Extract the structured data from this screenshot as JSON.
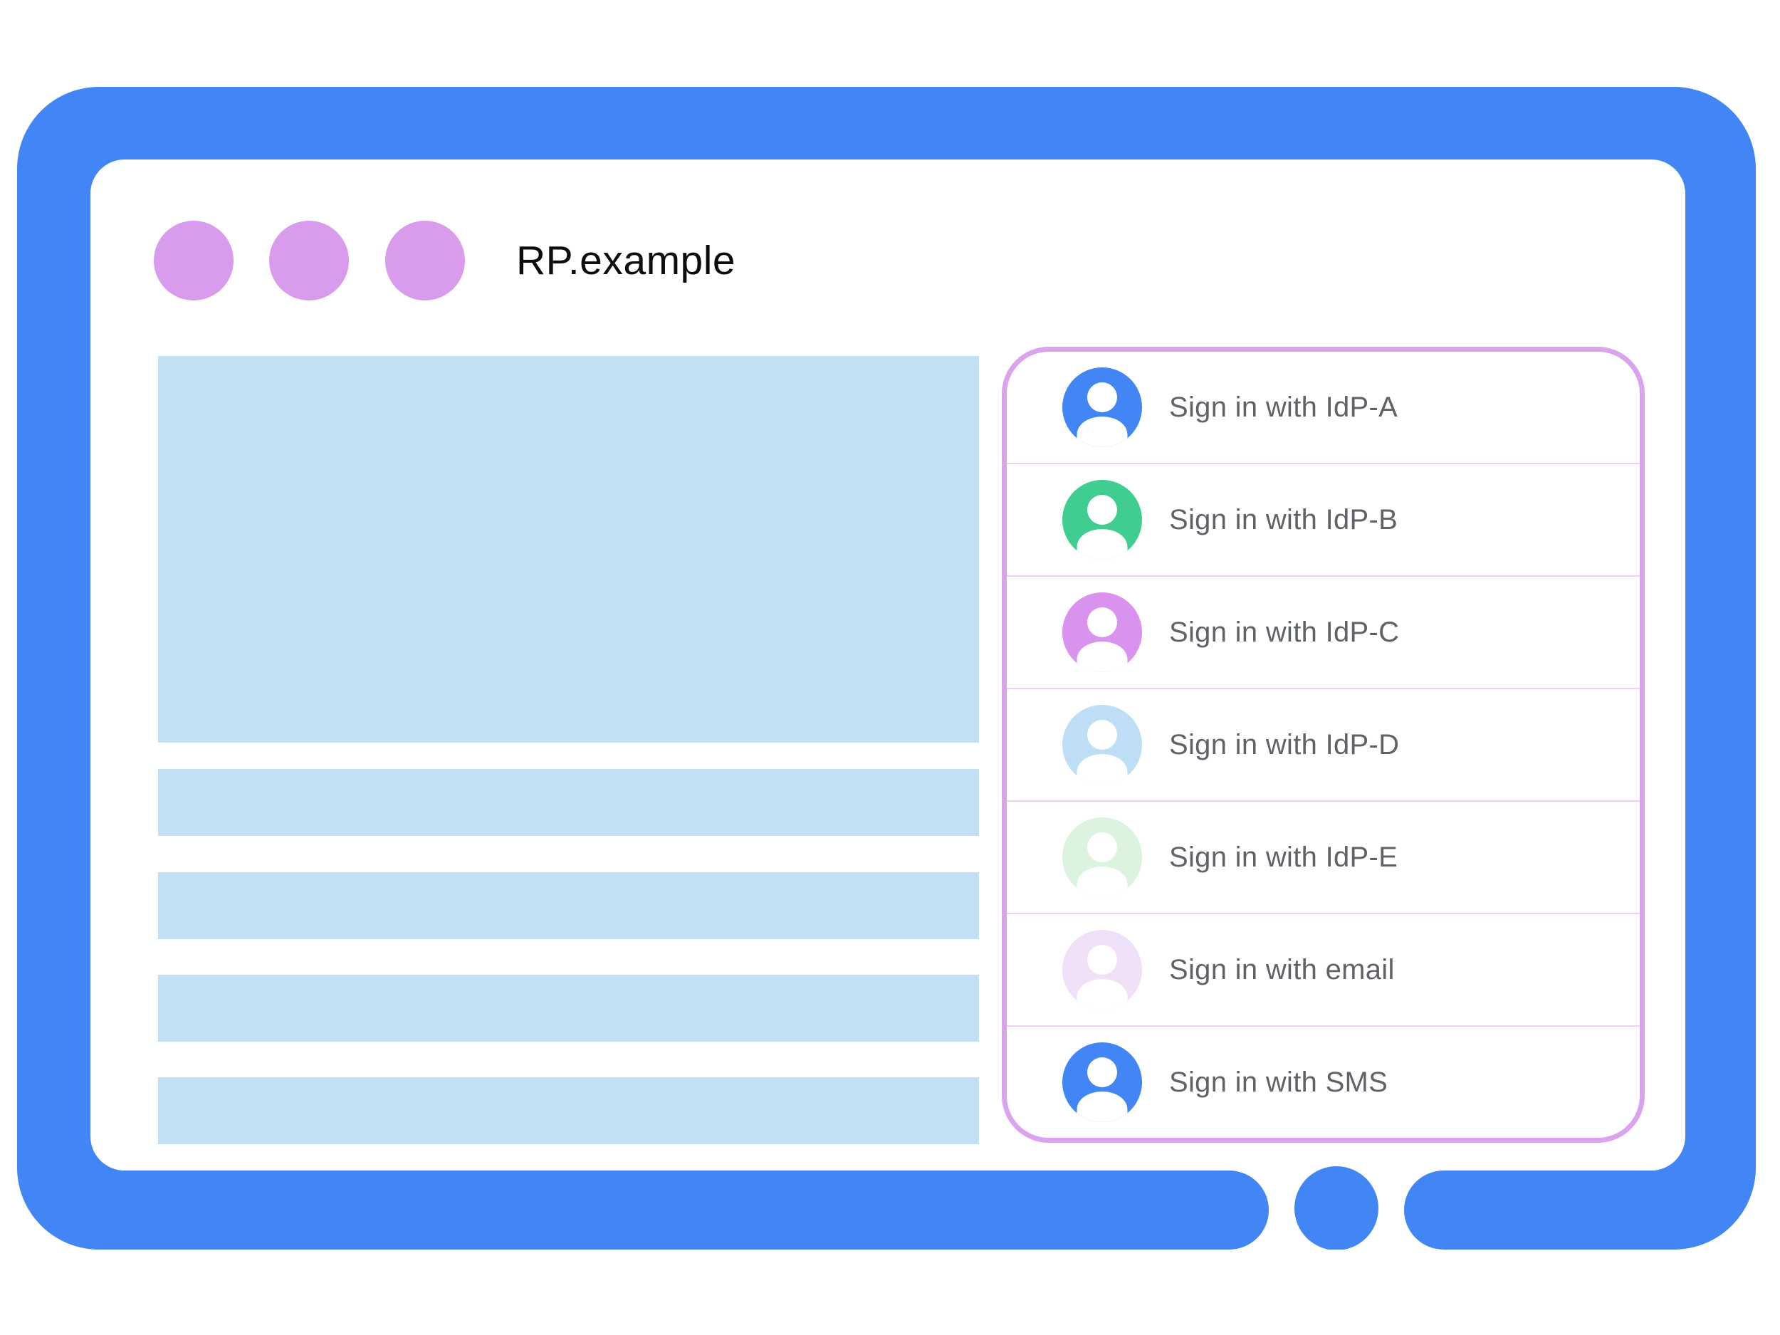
{
  "window": {
    "title": "RP.example"
  },
  "signin_panel": {
    "items": [
      {
        "label": "Sign in with IdP-A",
        "avatar_color": "#4285F4",
        "avatar_icon": "person-icon"
      },
      {
        "label": "Sign in with IdP-B",
        "avatar_color": "#3FCE8F",
        "avatar_icon": "person-icon"
      },
      {
        "label": "Sign in with IdP-C",
        "avatar_color": "#D993EF",
        "avatar_icon": "person-icon"
      },
      {
        "label": "Sign in with IdP-D",
        "avatar_color": "#BDDEF5",
        "avatar_icon": "person-icon"
      },
      {
        "label": "Sign in with IdP-E",
        "avatar_color": "#DBF3DF",
        "avatar_icon": "person-icon"
      },
      {
        "label": "Sign in with email",
        "avatar_color": "#F0E1F8",
        "avatar_icon": "person-icon"
      },
      {
        "label": "Sign in with SMS",
        "avatar_color": "#4285F4",
        "avatar_icon": "person-icon"
      }
    ]
  },
  "colors": {
    "frame_blue": "#4285F4",
    "window_dot": "#D99BEC",
    "content_placeholder": "#C2E1F4",
    "panel_border": "#DBA3EE",
    "row_divider": "#F2CDF7",
    "label_text": "#5F6368"
  }
}
